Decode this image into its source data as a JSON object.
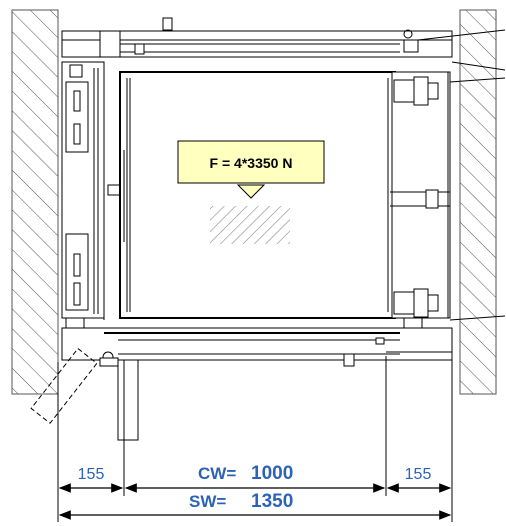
{
  "drawing": {
    "force_label": "F = 4*3350 N",
    "dimensions": {
      "left_gap": "155",
      "right_gap": "155",
      "cw_label": "CW=",
      "cw_value": "1000",
      "sw_label": "SW=",
      "sw_value": "1350"
    }
  },
  "colors": {
    "dimension_blue": "#2d63b5",
    "force_box_fill": "#ffffc0",
    "line": "#000000",
    "hatch": "#808080"
  }
}
